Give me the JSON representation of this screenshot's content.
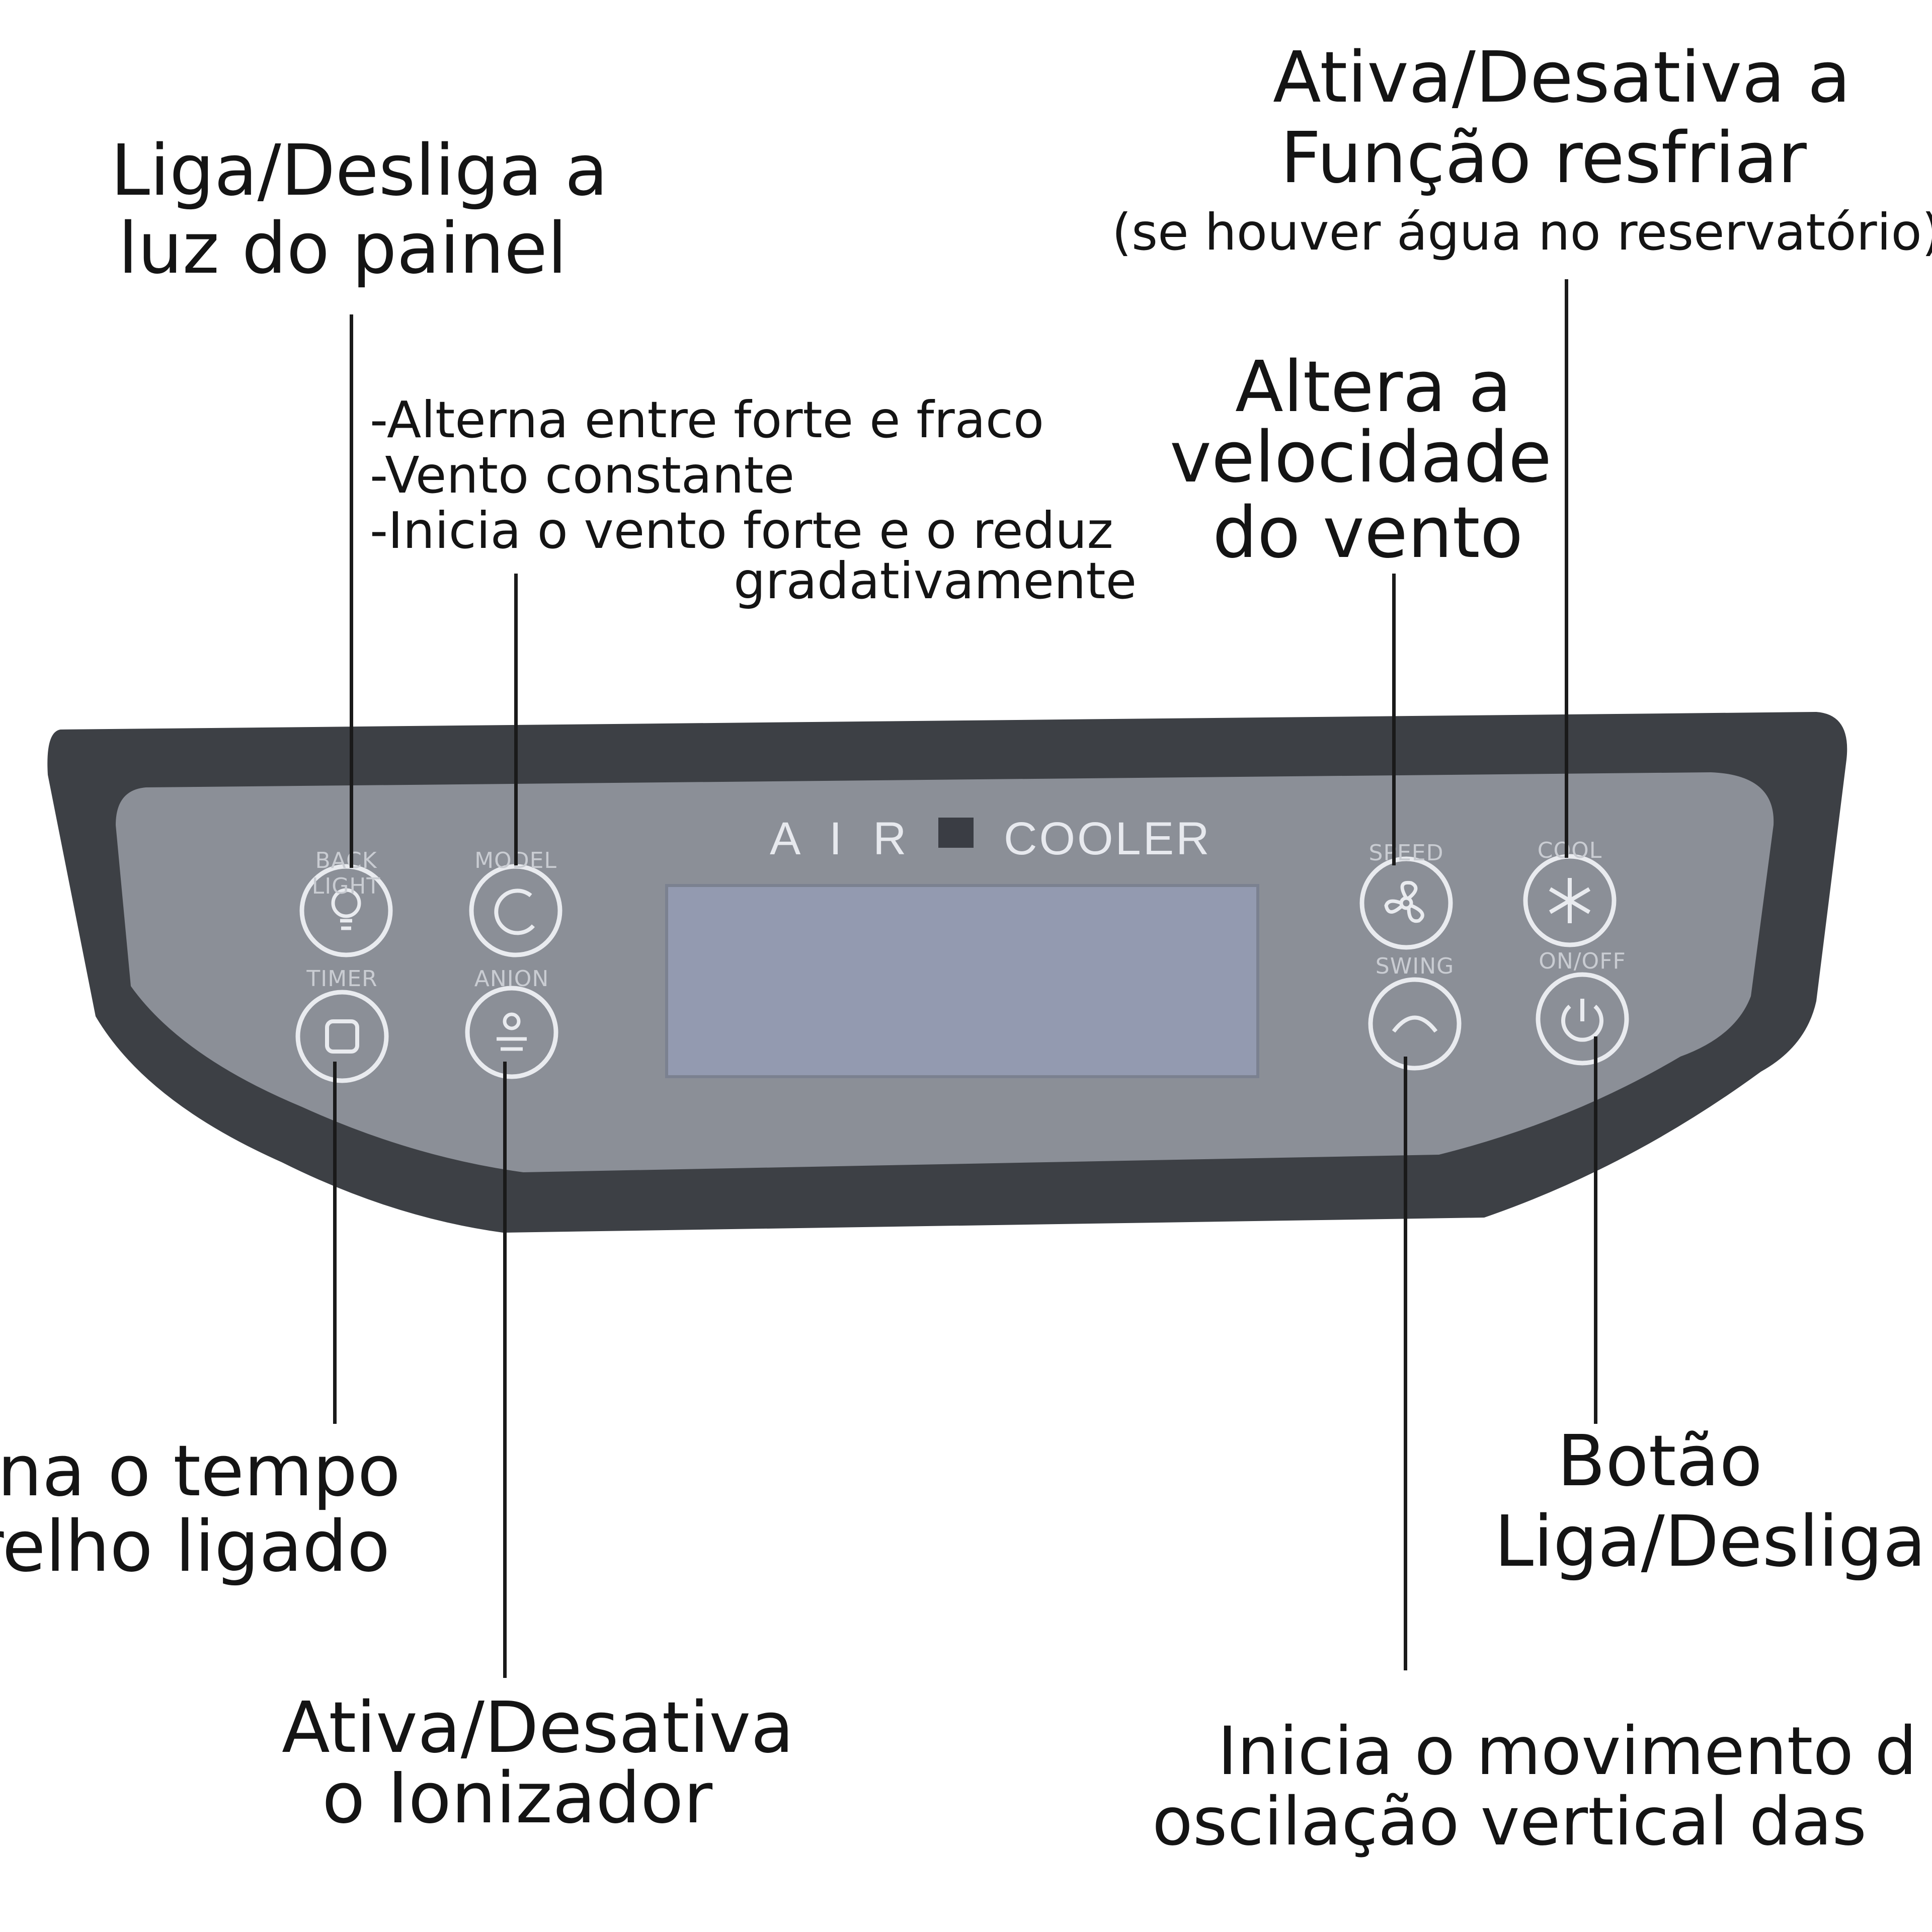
{
  "labels": {
    "backlight": [
      "Liga/Desliga a",
      "luz do painel"
    ],
    "mode": [
      "-Alterna entre forte e fraco",
      "-Vento constante",
      "-Inicia o vento forte e o reduz",
      "gradativamente"
    ],
    "cool": [
      "Ativa/Desativa a",
      "Função resfriar",
      "(se houver água no reservatório)"
    ],
    "speed": [
      "Altera a",
      "velocidade",
      "do vento"
    ],
    "timer": [
      "na o tempo",
      "relho ligado"
    ],
    "anion": [
      "Ativa/Desativa",
      "o Ionizador"
    ],
    "power": [
      "Botão",
      "Liga/Desliga"
    ],
    "swing": [
      "Inicia o movimento d",
      "oscilação vertical das"
    ]
  },
  "panel": {
    "brand_left": "A I R",
    "brand_right": "COOLER",
    "buttons": {
      "backlight": "BACK LIGHT",
      "mode": "MODEL",
      "timer": "TIMER",
      "anion": "ANION",
      "speed": "SPEED",
      "cool": "COOL",
      "swing": "SWING",
      "power": "ON/OFF"
    }
  },
  "colors": {
    "bezel": "#3d4045",
    "panel": "#8b8f97",
    "display": "#939ab0",
    "button_ring": "#e9ebef"
  }
}
